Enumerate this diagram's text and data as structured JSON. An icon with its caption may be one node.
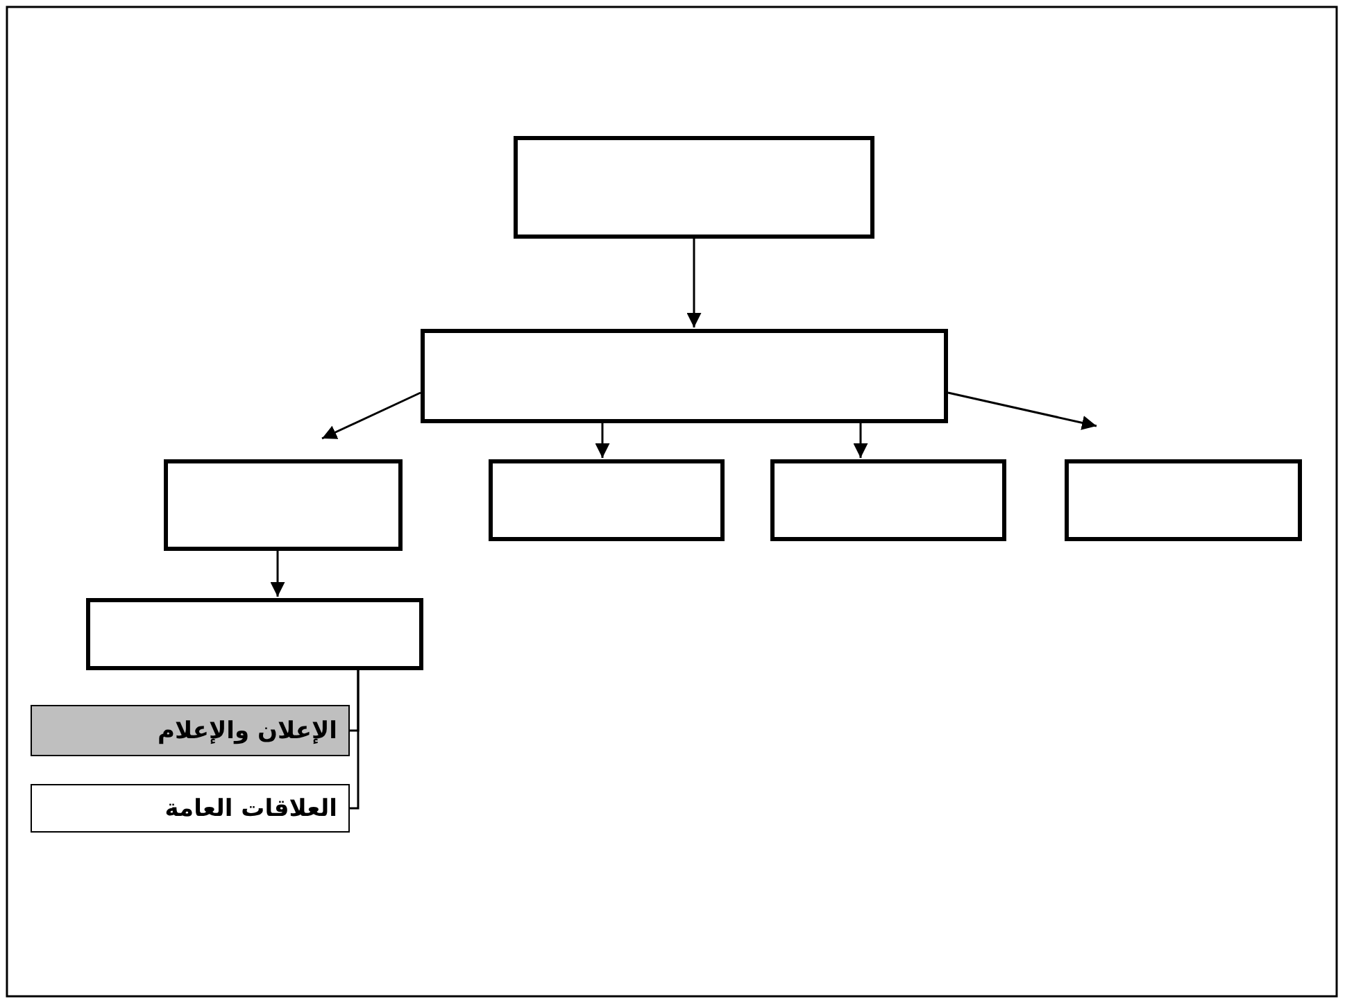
{
  "diagram": {
    "nodes": [
      {
        "text": [],
        "shape": "box"
      },
      {
        "text": [],
        "shape": "box"
      },
      {
        "text": [],
        "shape": "box"
      },
      {
        "text": [],
        "shape": "box"
      },
      {
        "text": [],
        "shape": "box"
      },
      {
        "text": [],
        "shape": "box"
      },
      {
        "text": [],
        "shape": "box"
      },
      {
        "text": [
          "الإعلان والإعلام"
        ]
      },
      {
        "text": [
          "العلاقات العامة"
        ]
      }
    ],
    "edges": [
      {
        "from": 0,
        "to": 1,
        "arrow": "to"
      },
      {
        "from": 1,
        "to": 2,
        "arrow": "to"
      },
      {
        "from": 1,
        "to": 3,
        "arrow": "to"
      },
      {
        "from": 1,
        "to": 4,
        "arrow": "to"
      },
      {
        "from": 1,
        "to": 5,
        "arrow": "to"
      },
      {
        "from": 2,
        "to": 6,
        "arrow": "to"
      },
      {
        "from": 6,
        "to": 7,
        "arrow": "none"
      },
      {
        "from": 6,
        "to": 8,
        "arrow": "none"
      }
    ]
  }
}
